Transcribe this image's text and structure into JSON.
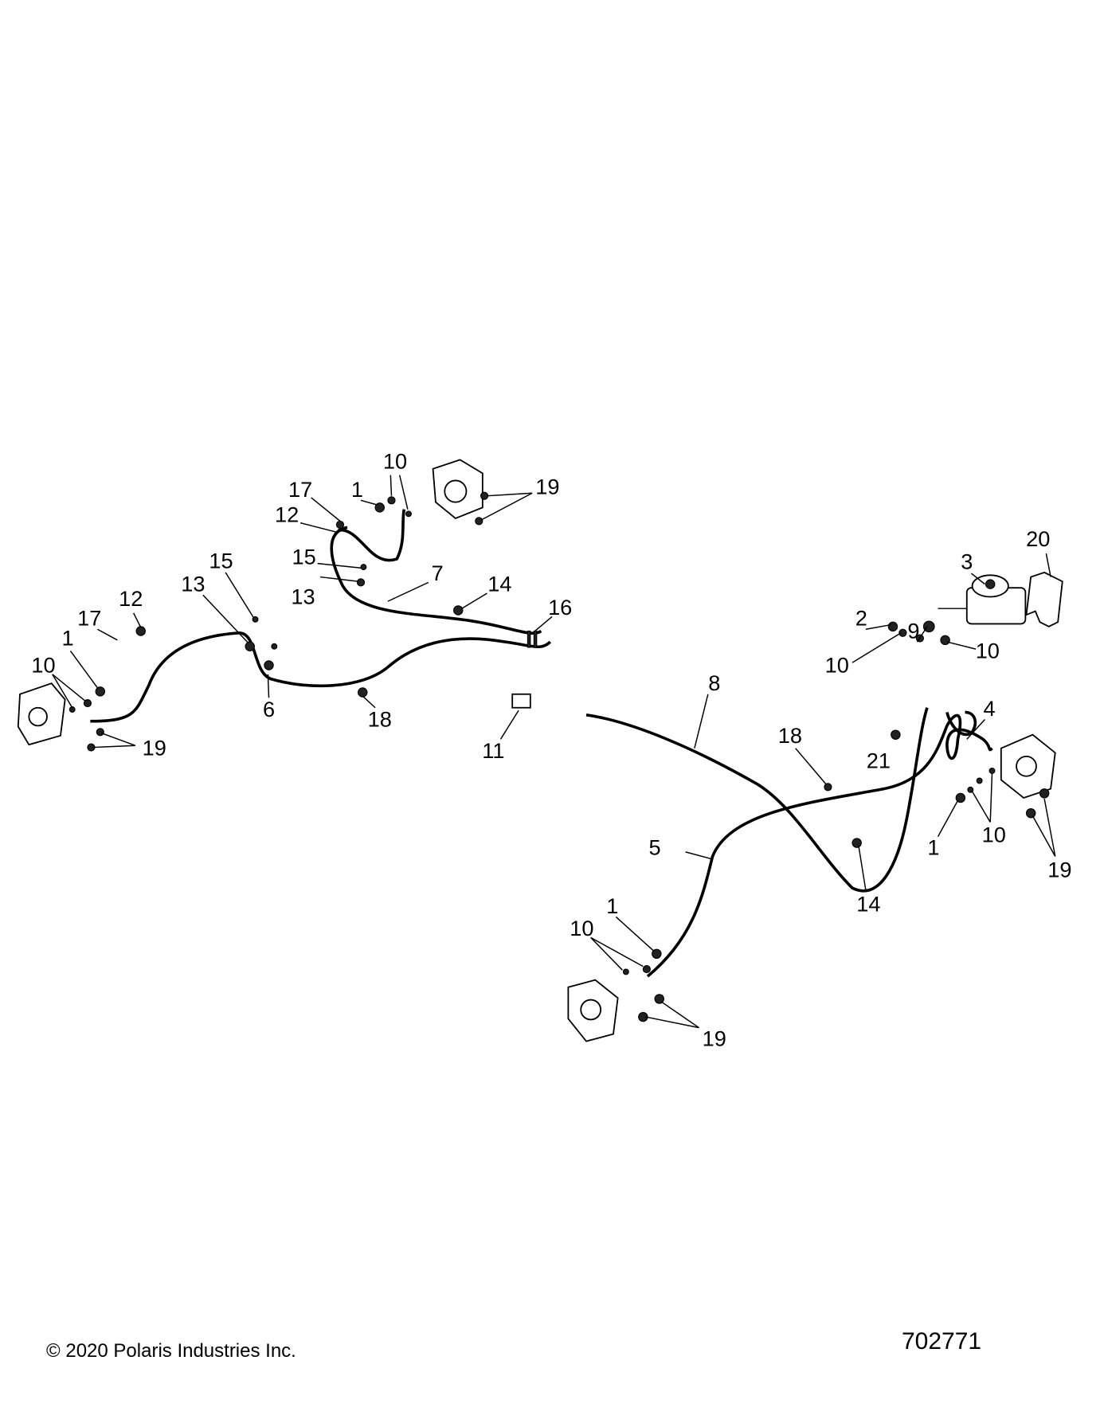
{
  "title": "Brake lines diagram",
  "callouts": [
    {
      "id": "c10a",
      "text": "10"
    },
    {
      "id": "c17a",
      "text": "17"
    },
    {
      "id": "c1a",
      "text": "1"
    },
    {
      "id": "c19a",
      "text": "19"
    },
    {
      "id": "c12a",
      "text": "12"
    },
    {
      "id": "c15a",
      "text": "15"
    },
    {
      "id": "c7",
      "text": "7"
    },
    {
      "id": "c14a",
      "text": "14"
    },
    {
      "id": "c15b",
      "text": "15"
    },
    {
      "id": "c13a",
      "text": "13"
    },
    {
      "id": "c13b",
      "text": "13"
    },
    {
      "id": "c12b",
      "text": "12"
    },
    {
      "id": "c17b",
      "text": "17"
    },
    {
      "id": "c16",
      "text": "16"
    },
    {
      "id": "c1b",
      "text": "1"
    },
    {
      "id": "c10b",
      "text": "10"
    },
    {
      "id": "c6",
      "text": "6"
    },
    {
      "id": "c18a",
      "text": "18"
    },
    {
      "id": "c19b",
      "text": "19"
    },
    {
      "id": "c11",
      "text": "11"
    },
    {
      "id": "c20",
      "text": "20"
    },
    {
      "id": "c3",
      "text": "3"
    },
    {
      "id": "c2",
      "text": "2"
    },
    {
      "id": "c9",
      "text": "9"
    },
    {
      "id": "c10c",
      "text": "10"
    },
    {
      "id": "c10d",
      "text": "10"
    },
    {
      "id": "c8",
      "text": "8"
    },
    {
      "id": "c4",
      "text": "4"
    },
    {
      "id": "c18b",
      "text": "18"
    },
    {
      "id": "c21",
      "text": "21"
    },
    {
      "id": "c1c",
      "text": "1"
    },
    {
      "id": "c10e",
      "text": "10"
    },
    {
      "id": "c19c",
      "text": "19"
    },
    {
      "id": "c5",
      "text": "5"
    },
    {
      "id": "c14b",
      "text": "14"
    },
    {
      "id": "c1d",
      "text": "1"
    },
    {
      "id": "c10f",
      "text": "10"
    },
    {
      "id": "c19d",
      "text": "19"
    }
  ],
  "footer": {
    "copyright": "© 2020 Polaris Industries Inc.",
    "diagram_number": "702771"
  }
}
